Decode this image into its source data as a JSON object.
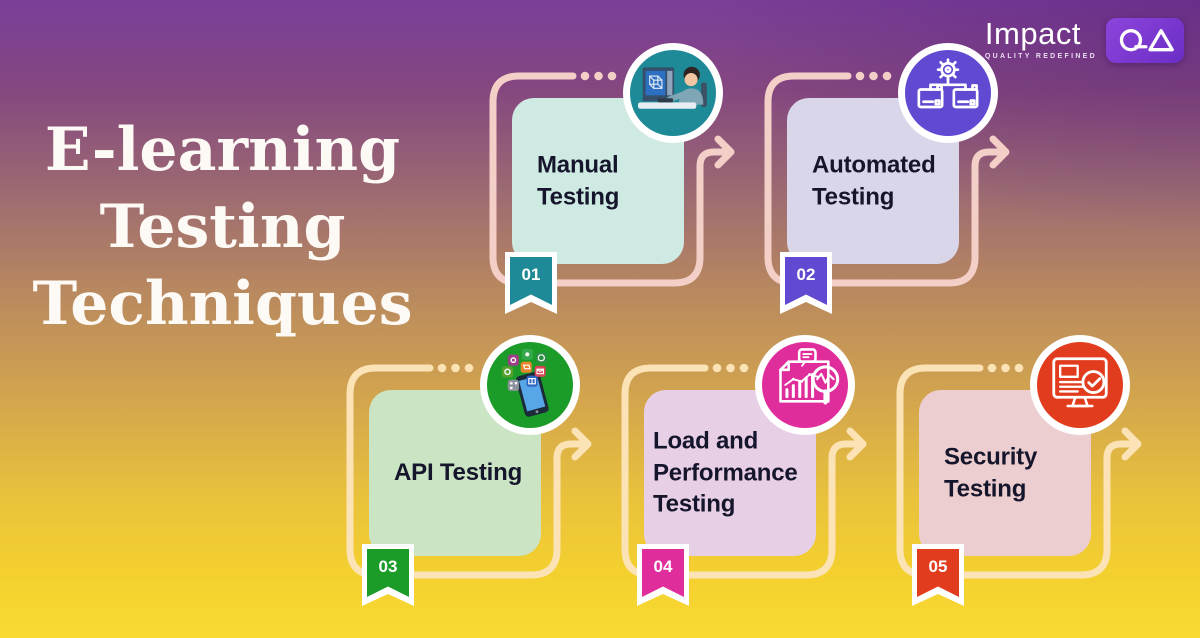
{
  "hero": {
    "line1": "E-learning",
    "line2": "Testing",
    "line3": "Techniques"
  },
  "logo": {
    "name": "Impact",
    "tagline": "QUALITY REDEFINED",
    "monogram": "QA"
  },
  "cards": [
    {
      "number": "01",
      "title": "Manual Testing",
      "accent": "#1F8A97",
      "fill": "#CFE9E3",
      "outline": "#F3CFC7",
      "icon": "person-at-computer"
    },
    {
      "number": "02",
      "title": "Automated Testing",
      "accent": "#6149D1",
      "fill": "#DAD6E9",
      "outline": "#F3CFC7",
      "icon": "gear-and-machines"
    },
    {
      "number": "03",
      "title": "API Testing",
      "accent": "#1B9C28",
      "fill": "#CBE5C4",
      "outline": "#FCE3B6",
      "icon": "smartphone-apps"
    },
    {
      "number": "04",
      "title": "Load and Performance Testing",
      "accent": "#E02D9C",
      "fill": "#E7CFE6",
      "outline": "#FCE3B6",
      "icon": "chart-and-magnifier"
    },
    {
      "number": "05",
      "title": "Security Testing",
      "accent": "#E23C1E",
      "fill": "#ECCED0",
      "outline": "#FCE3B6",
      "icon": "monitor-with-check"
    }
  ],
  "background": {
    "top": "#7B3E9A",
    "middle": "#B3806B",
    "bottom": "#F8DA33"
  }
}
